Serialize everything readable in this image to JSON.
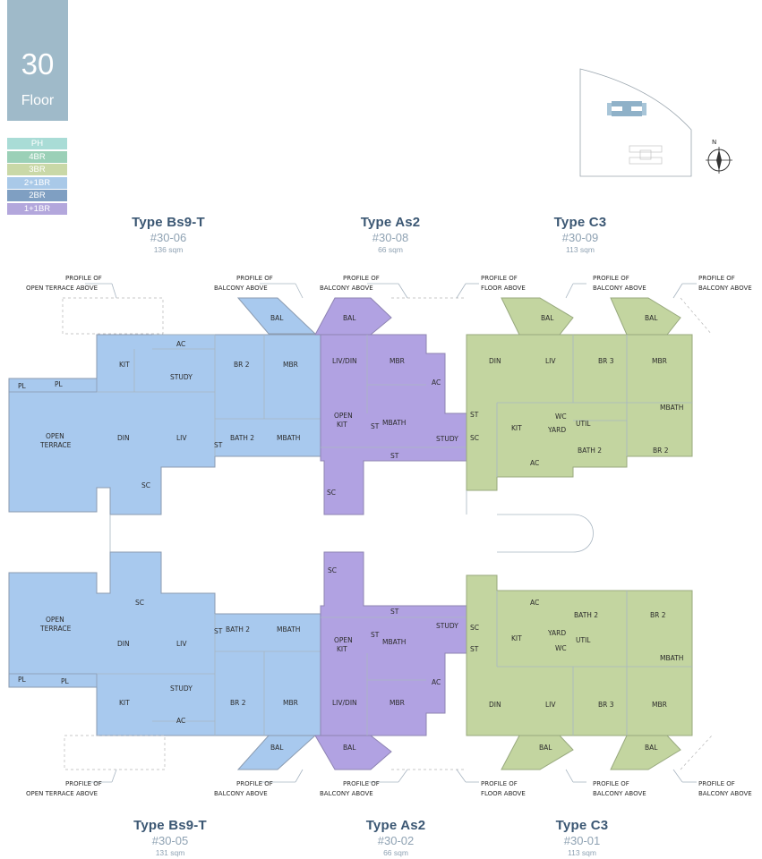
{
  "floor": {
    "number": "30",
    "label": "Floor"
  },
  "legend": [
    {
      "label": "PH",
      "color": "#a9dcd6"
    },
    {
      "label": "4BR",
      "color": "#9bd0b7"
    },
    {
      "label": "3BR",
      "color": "#c9d8a7"
    },
    {
      "label": "2+1BR",
      "color": "#a9c9e8"
    },
    {
      "label": "2BR",
      "color": "#7f9fc2"
    },
    {
      "label": "1+1BR",
      "color": "#b3a7dc"
    }
  ],
  "colors": {
    "type_bs9": "#a8c9ee",
    "type_as2": "#b1a2e2",
    "type_c3": "#c3d5a0"
  },
  "units_top": [
    {
      "type": "Type Bs9-T",
      "unit": "#30-06",
      "area": "136 sqm"
    },
    {
      "type": "Type As2",
      "unit": "#30-08",
      "area": "66 sqm"
    },
    {
      "type": "Type C3",
      "unit": "#30-09",
      "area": "113 sqm"
    }
  ],
  "units_bottom": [
    {
      "type": "Type Bs9-T",
      "unit": "#30-05",
      "area": "131 sqm"
    },
    {
      "type": "Type As2",
      "unit": "#30-02",
      "area": "66 sqm"
    },
    {
      "type": "Type C3",
      "unit": "#30-01",
      "area": "113 sqm"
    }
  ],
  "profiles_top": [
    {
      "l1": "PROFILE OF",
      "l2": "OPEN TERRACE ABOVE"
    },
    {
      "l1": "PROFILE OF",
      "l2": "BALCONY ABOVE"
    },
    {
      "l1": "PROFILE OF",
      "l2": "BALCONY ABOVE"
    },
    {
      "l1": "PROFILE OF",
      "l2": "FLOOR ABOVE"
    },
    {
      "l1": "PROFILE OF",
      "l2": "BALCONY ABOVE"
    },
    {
      "l1": "PROFILE OF",
      "l2": "BALCONY ABOVE"
    }
  ],
  "profiles_bottom": [
    {
      "l1": "PROFILE OF",
      "l2": "OPEN TERRACE ABOVE"
    },
    {
      "l1": "PROFILE OF",
      "l2": "BALCONY ABOVE"
    },
    {
      "l1": "PROFILE OF",
      "l2": "BALCONY ABOVE"
    },
    {
      "l1": "PROFILE OF",
      "l2": "FLOOR ABOVE"
    },
    {
      "l1": "PROFILE OF",
      "l2": "BALCONY ABOVE"
    },
    {
      "l1": "PROFILE OF",
      "l2": "BALCONY ABOVE"
    }
  ],
  "rooms": {
    "bal": "BAL",
    "kit": "KIT",
    "ac": "AC",
    "study_upper": "STUDY",
    "br2": "BR 2",
    "mbr": "MBR",
    "pl": "PL",
    "open": "OPEN",
    "terrace": "TERRACE",
    "din": "DIN",
    "liv": "LIV",
    "bath2": "BATH 2",
    "mbath": "MBATH",
    "st": "ST",
    "sc": "SC",
    "livdin": "LIV/DIN",
    "kit_as": "KIT",
    "study": "STUDY",
    "wc": "WC",
    "util": "UTIL",
    "yard": "YARD",
    "br3": "BR 3"
  },
  "compass": {
    "north": "N"
  }
}
